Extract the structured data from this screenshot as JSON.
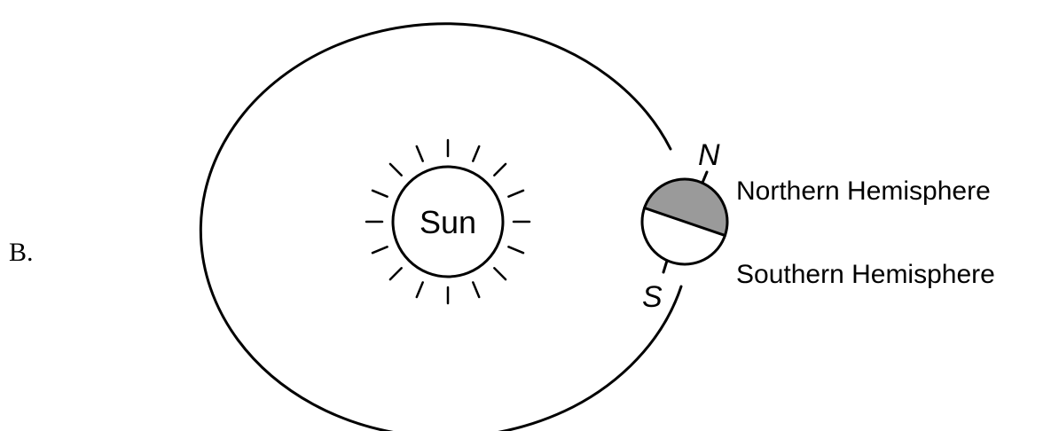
{
  "option": {
    "letter": "B."
  },
  "sun": {
    "label": "Sun"
  },
  "earth": {
    "north_label": "N",
    "south_label": "S",
    "northern_label": "Northern Hemisphere",
    "southern_label": "Southern Hemisphere",
    "northern_fill": "#9a9a9a",
    "southern_fill": "#ffffff"
  }
}
